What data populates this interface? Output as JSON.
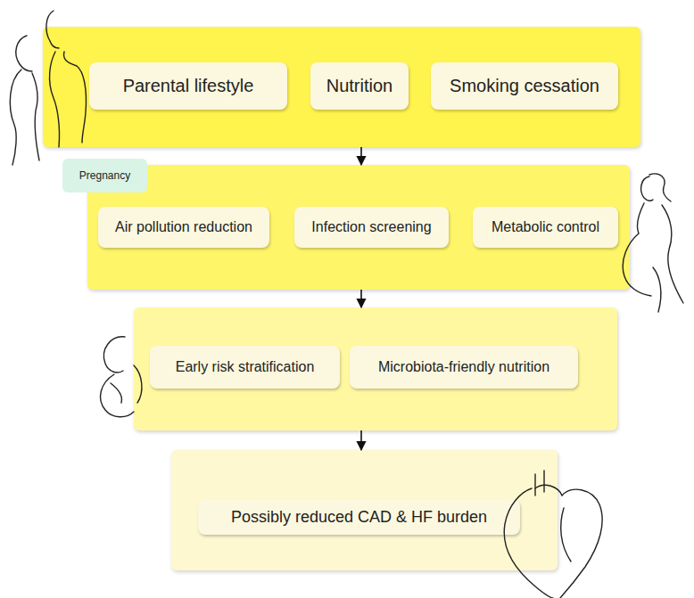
{
  "diagram": {
    "nodes": [
      {
        "text": []
      },
      {
        "text": [
          "Parental lifestyle"
        ],
        "in": 0
      },
      {
        "text": [
          "Nutrition"
        ],
        "in": 0
      },
      {
        "text": [
          "Smoking cessation"
        ],
        "in": 0
      },
      {
        "text": [
          "Pregnancy"
        ]
      },
      {
        "text": []
      },
      {
        "text": [
          "Air pollution reduction"
        ],
        "in": 5
      },
      {
        "text": [
          "Infection screening"
        ],
        "in": 5
      },
      {
        "text": [
          "Metabolic control"
        ],
        "in": 5
      },
      {
        "text": []
      },
      {
        "text": [
          "Early risk stratification"
        ],
        "in": 9
      },
      {
        "text": [
          "Microbiota-friendly nutrition"
        ],
        "in": 9
      },
      {
        "text": []
      },
      {
        "text": [
          "Possibly reduced CAD & HF burden"
        ],
        "in": 12
      }
    ],
    "edges": [
      {
        "from": 0,
        "to": 5,
        "arrow": "to"
      },
      {
        "from": 5,
        "to": 9,
        "arrow": "to"
      },
      {
        "from": 9,
        "to": 12,
        "arrow": "to"
      }
    ]
  }
}
